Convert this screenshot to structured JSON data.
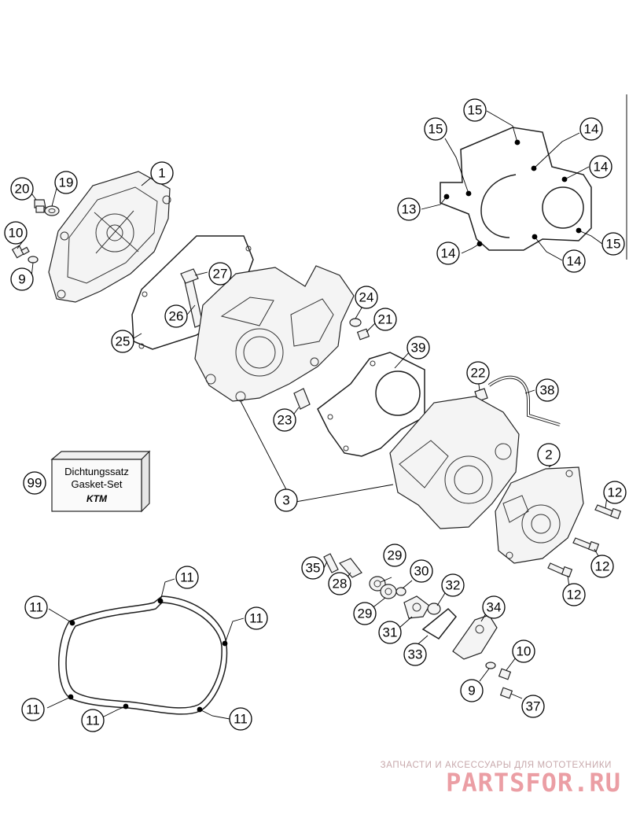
{
  "parts_box": {
    "line1": "Dichtungssatz",
    "line2": "Gasket-Set",
    "logo": "KTM"
  },
  "watermark": {
    "line1": "ЗАПЧАСТИ И АКСЕССУАРЫ ДЛЯ МОТОТЕХНИКИ",
    "line2": "PARTSFOR.RU"
  },
  "callouts": {
    "c1": "1",
    "c2": "2",
    "c3": "3",
    "c9a": "9",
    "c9b": "9",
    "c10a": "10",
    "c10b": "10",
    "c11a": "11",
    "c11b": "11",
    "c11c": "11",
    "c11d": "11",
    "c11e": "11",
    "c11f": "11",
    "c12a": "12",
    "c12b": "12",
    "c12c": "12",
    "c13": "13",
    "c14a": "14",
    "c14b": "14",
    "c14c": "14",
    "c14d": "14",
    "c15a": "15",
    "c15b": "15",
    "c15c": "15",
    "c19": "19",
    "c20": "20",
    "c21": "21",
    "c22": "22",
    "c23": "23",
    "c24": "24",
    "c25": "25",
    "c26": "26",
    "c27": "27",
    "c28": "28",
    "c29a": "29",
    "c29b": "29",
    "c30": "30",
    "c31": "31",
    "c32": "32",
    "c33": "33",
    "c34": "34",
    "c35": "35",
    "c37": "37",
    "c38": "38",
    "c39": "39",
    "c99": "99"
  }
}
